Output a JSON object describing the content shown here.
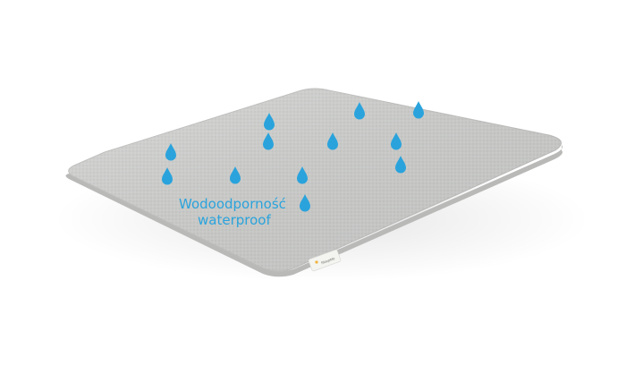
{
  "product": {
    "tag_text": "SleepMe"
  },
  "caption": {
    "line1": "Wodoodporność",
    "line2": "waterproof"
  },
  "colors": {
    "drop": "#2aa3dc",
    "caption_text": "#2aa3dc",
    "mattress_top": "#cfd0ce",
    "mattress_edge": "#b9bab8",
    "tag": "#f4f4f0"
  },
  "icons": {
    "drop": "water-drop-icon"
  }
}
